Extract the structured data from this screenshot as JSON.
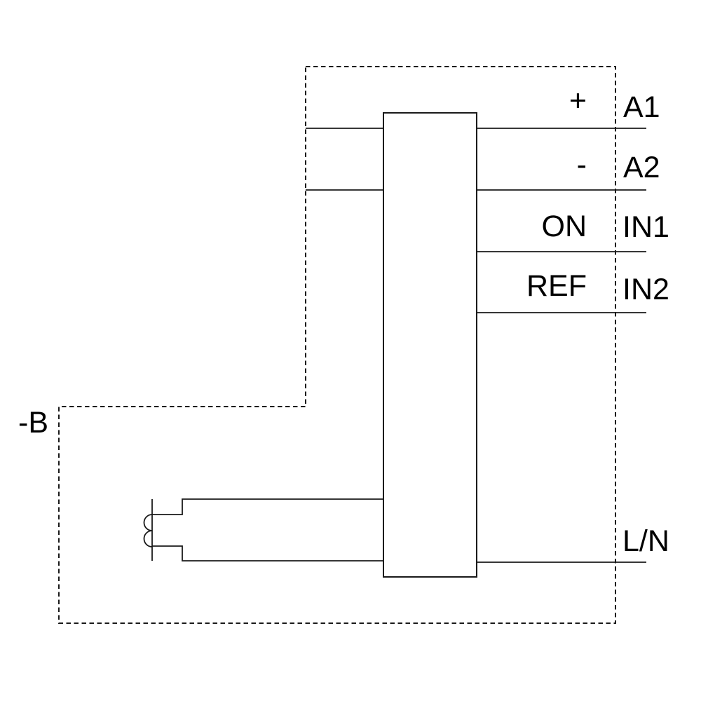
{
  "diagram": {
    "kind": "relay-wiring-diagram",
    "component_ref": "-B",
    "colors": {
      "line": "#1a1a1a",
      "text": "#000000",
      "background": "#ffffff"
    },
    "terminals": [
      {
        "function": "+",
        "name": "A1"
      },
      {
        "function": "-",
        "name": "A2"
      },
      {
        "function": "ON",
        "name": "IN1"
      },
      {
        "function": "REF",
        "name": "IN2"
      },
      {
        "function": "",
        "name": "L/N"
      }
    ],
    "symbols": {
      "coil": "inductive-coil-symbol",
      "boundary": "dashed-enclosure-boundary",
      "device": "device-body"
    }
  }
}
